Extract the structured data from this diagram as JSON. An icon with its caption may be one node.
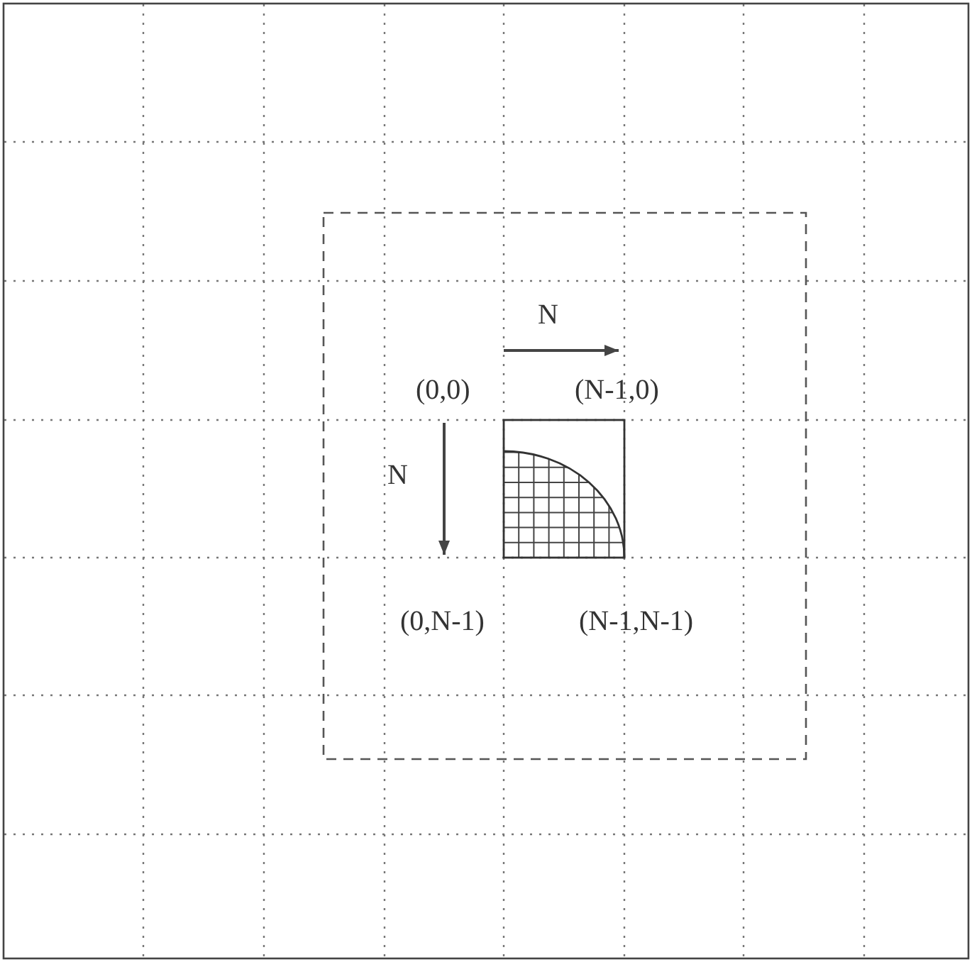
{
  "diagram": {
    "labels": [
      "N",
      "(0,0)",
      "(N-1,0)",
      "N",
      "(0,N-1)",
      "(N-1,N-1)"
    ]
  }
}
